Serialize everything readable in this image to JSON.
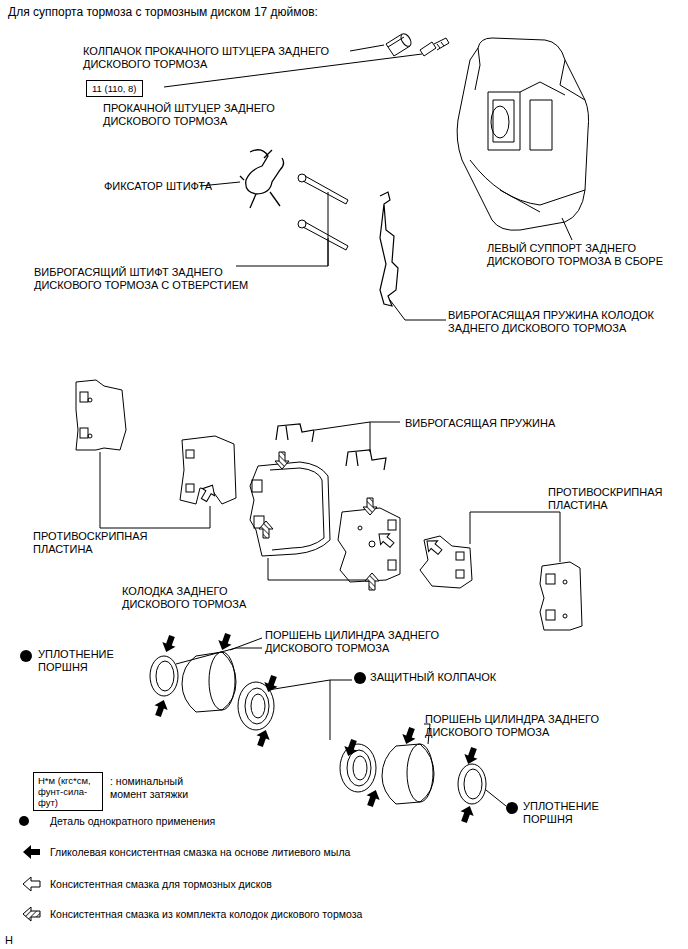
{
  "diagram": {
    "title": "Для суппорта тормоза с тормозным диском 17 дюймов:",
    "nodes": [
      {
        "text": [
          "11 (110, 8)"
        ]
      },
      {
        "text": [
          "Н*м (кгс*см, фунт-сила-фут)"
        ]
      }
    ],
    "labels": [
      "КОЛПАЧОК ПРОКАЧНОГО ШТУЦЕРА ЗАДНЕГО ДИСКОВОГО ТОРМОЗА",
      "ПРОКАЧНОЙ ШТУЦЕР ЗАДНЕГО ДИСКОВОГО ТОРМОЗА",
      "ФИКСАТОР ШТИФТА",
      "ЛЕВЫЙ СУППОРТ ЗАДНЕГО ДИСКОВОГО ТОРМОЗА В СБОРЕ",
      "ВИБРОГАСЯЩИЙ ШТИФТ ЗАДНЕГО ДИСКОВОГО ТОРМОЗА С ОТВЕРСТИЕМ",
      "ВИБРОГАСЯЩАЯ ПРУЖИНА КОЛОДОК ЗАДНЕГО ДИСКОВОГО ТОРМОЗА",
      "ВИБРОГАСЯЩАЯ ПРУЖИНА",
      "ПРОТИВОСКРИПНАЯ ПЛАСТИНА",
      "ПРОТИВОСКРИПНАЯ ПЛАСТИНА",
      "КОЛОДКА ЗАДНЕГО ДИСКОВОГО ТОРМОЗА",
      "УПЛОТНЕНИЕ ПОРШНЯ",
      "ПОРШЕНЬ ЦИЛИНДРА ЗАДНЕГО ДИСКОВОГО ТОРМОЗА",
      "ЗАЩИТНЫЙ КОЛПАЧОК",
      "ПОРШЕНЬ ЦИЛИНДРА ЗАДНЕГО ДИСКОВОГО ТОРМОЗА",
      "УПЛОТНЕНИЕ ПОРШНЯ",
      "H"
    ],
    "legend": [
      {
        "text": ": номинальный момент затяжки"
      },
      {
        "text": "Деталь однократного применения"
      },
      {
        "text": "Гликолевая консистентная смазка на основе литиевого мыла"
      },
      {
        "text": "Консистентная смазка для тормозных дисков"
      },
      {
        "text": "Консистентная смазка из комплекта колодок дискового тормоза"
      }
    ]
  }
}
